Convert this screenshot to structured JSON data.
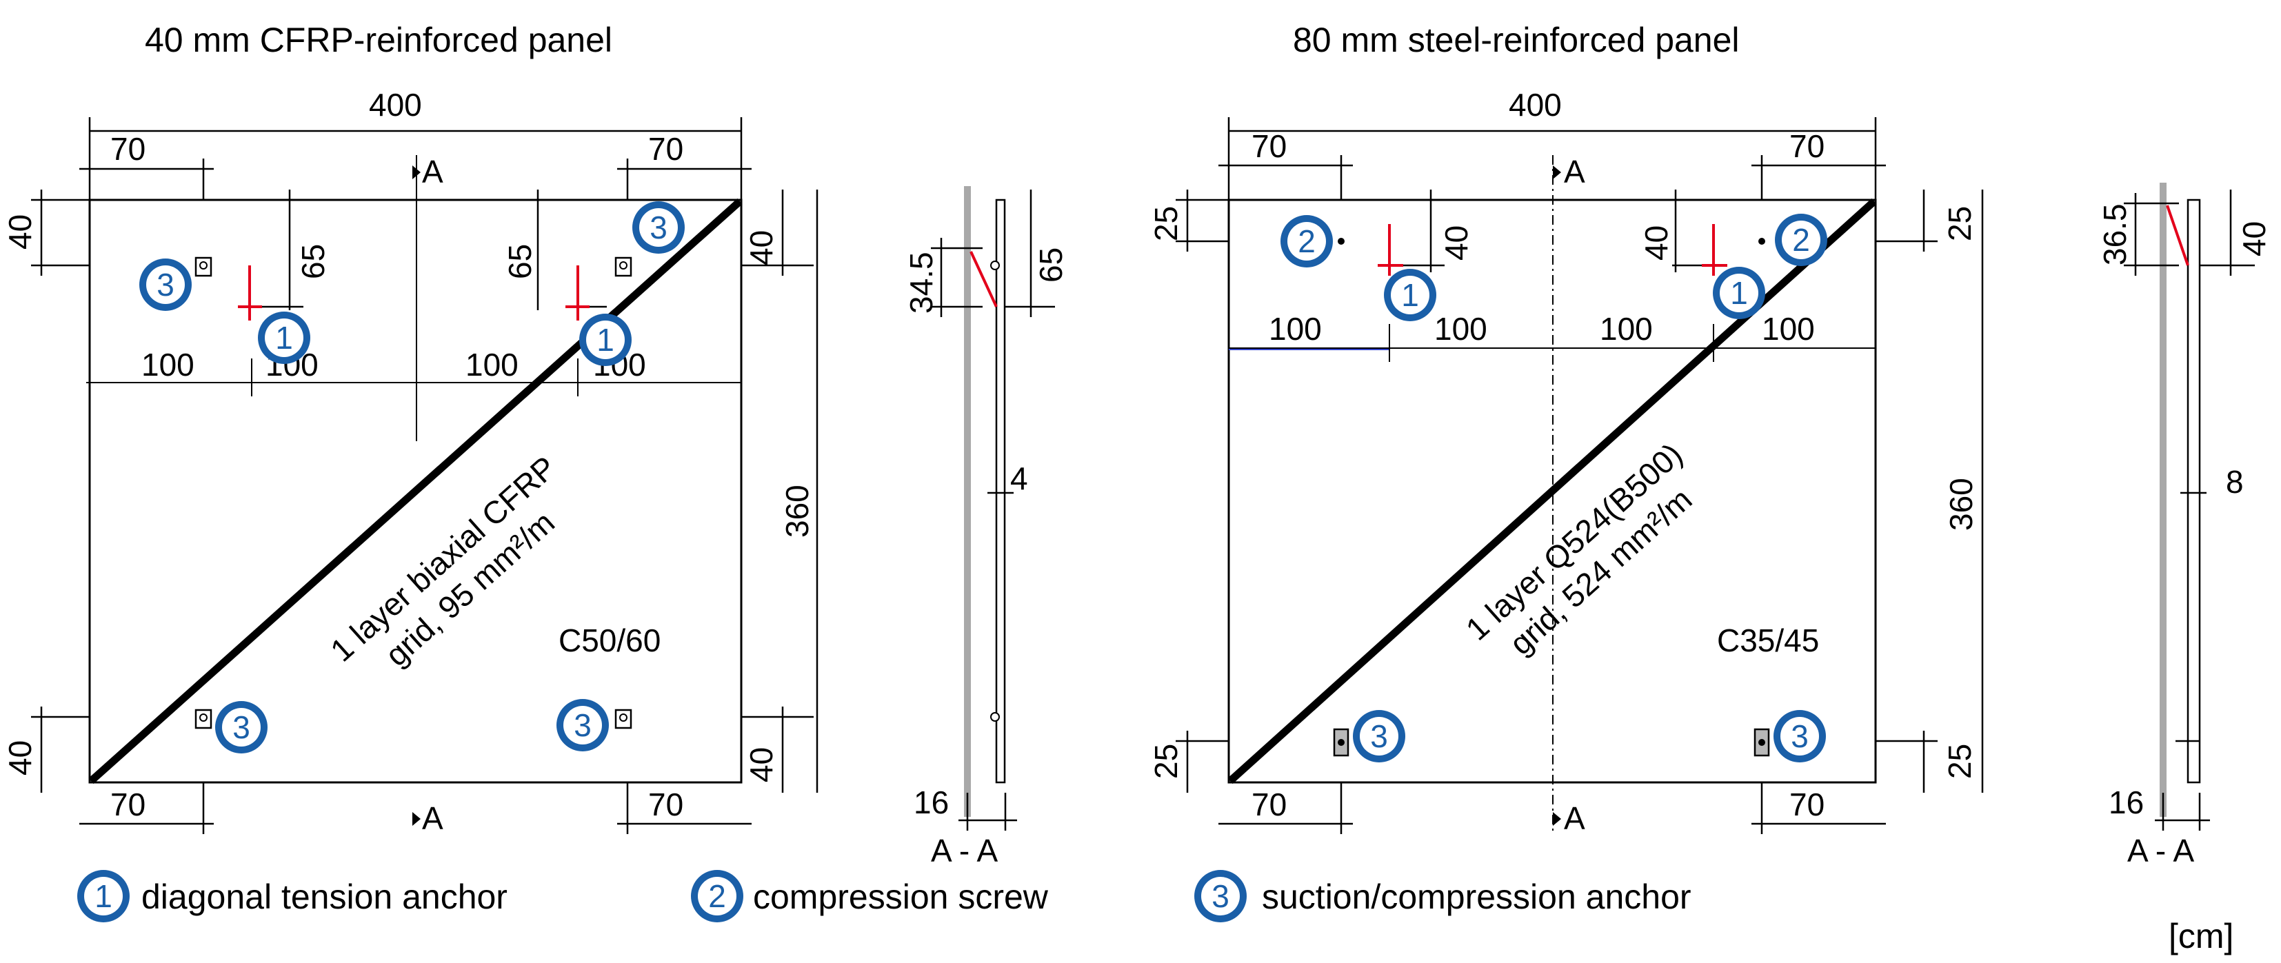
{
  "panels": {
    "left": {
      "title": "40 mm CFRP-reinforced panel",
      "width_dim": "400",
      "edge_70": "70",
      "edge_40": "40",
      "anchor_65": "65",
      "spacing_100": "100",
      "height_dim": "360",
      "section_mark": "A",
      "concrete": "C50/60",
      "rebar_line1": "1 layer biaxial CFRP",
      "rebar_line2": "grid, 95 mm²/m"
    },
    "right": {
      "title": "80 mm steel-reinforced panel",
      "width_dim": "400",
      "edge_70": "70",
      "edge_25": "25",
      "anchor_40": "40",
      "spacing_100": "100",
      "height_dim": "360",
      "section_mark": "A",
      "concrete": "C35/45",
      "rebar_line1": "1 layer Q524(B500)",
      "rebar_line2": "grid, 524 mm²/m"
    }
  },
  "sections": {
    "left": {
      "dim_top": "34.5",
      "dim_side": "65",
      "thickness": "4",
      "dim_bottom": "16",
      "label": "A - A"
    },
    "right": {
      "dim_top": "36.5",
      "dim_side": "40",
      "thickness": "8",
      "dim_bottom": "16",
      "label": "A - A"
    }
  },
  "badges": {
    "one": "1",
    "two": "2",
    "three": "3"
  },
  "legend": {
    "items": [
      {
        "num": "1",
        "text": "diagonal tension anchor"
      },
      {
        "num": "2",
        "text": "compression screw"
      },
      {
        "num": "3",
        "text": "suction/compression anchor"
      }
    ],
    "unit": "[cm]"
  },
  "colors": {
    "badge": "#1a5fa8",
    "anchor_red": "#e3001b",
    "section_grey": "#a8a8a8",
    "guide_blue": "#3344cc"
  }
}
